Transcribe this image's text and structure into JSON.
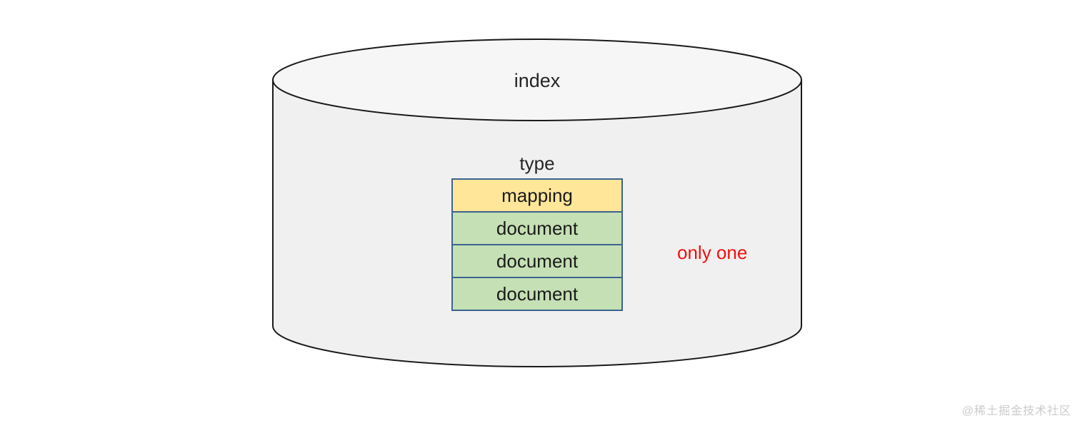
{
  "diagram": {
    "cylinder_label": "index",
    "stack_title": "type",
    "boxes": [
      {
        "label": "mapping",
        "fill": "#ffe699"
      },
      {
        "label": "document",
        "fill": "#c5e0b4"
      },
      {
        "label": "document",
        "fill": "#c5e0b4"
      },
      {
        "label": "document",
        "fill": "#c5e0b4"
      }
    ],
    "box_border_color": "#3b6390",
    "annotation": "only one",
    "annotation_color": "#f20f0f",
    "cylinder_body_fill": "#f0f0f0",
    "cylinder_top_fill": "#f6f6f6",
    "cylinder_stroke": "#1a1a1a"
  },
  "watermark": {
    "text": "@稀土掘金技术社区"
  }
}
